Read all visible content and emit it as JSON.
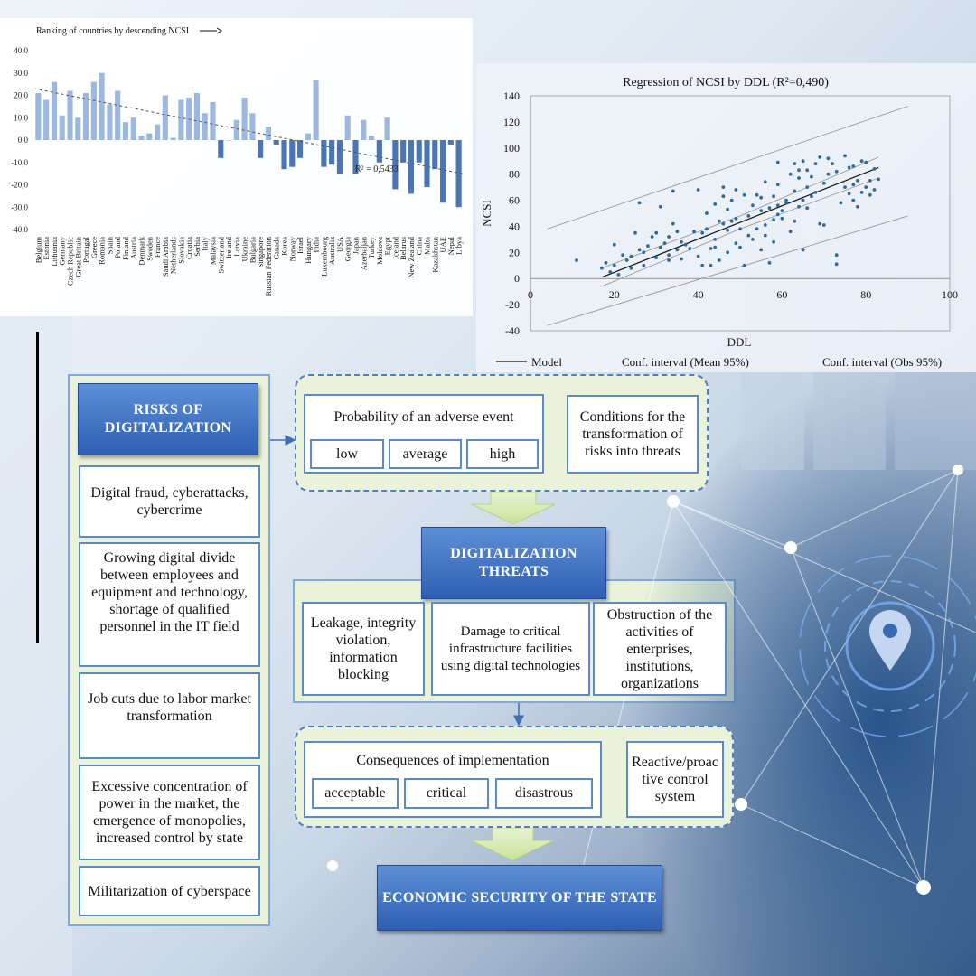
{
  "chart_data": [
    {
      "type": "bar",
      "title": "Ranking of countries by descending NCSI",
      "annotation": "R² = 0,5433",
      "ylim": [
        -40,
        40
      ],
      "ytick_labels": [
        "40,0",
        "30,0",
        "20,0",
        "10,0",
        "0,0",
        "-10,0",
        "-20,0",
        "-30,0",
        "-40,0"
      ],
      "categories": [
        "Belgium",
        "Estonia",
        "Lithuania",
        "Germany",
        "Czech Republic",
        "Great Britain",
        "Portugal",
        "Greece",
        "Romania",
        "Spain",
        "Poland",
        "Finland",
        "Austria",
        "Denmark",
        "Sweden",
        "France",
        "Saudi Arabia",
        "Netherlands",
        "Slovakia",
        "Croatia",
        "Serbia",
        "Italy",
        "Malaysia",
        "Switzerland",
        "Ireland",
        "Latvia",
        "Ukraine",
        "Bulgaria",
        "Singapore",
        "Russian Federation",
        "Canada",
        "Korea",
        "Norway",
        "Israel",
        "Hungary",
        "India",
        "Luxembourg",
        "Australia",
        "USA",
        "Georgia",
        "Japan",
        "Azerbaijan",
        "Turkey",
        "Moldova",
        "Egypt",
        "Iceland",
        "Belarus",
        "New Zealand",
        "China",
        "Malta",
        "Kazakhstan",
        "UAE",
        "Nepal",
        "Libya"
      ],
      "values": [
        21,
        18,
        26,
        11,
        22,
        10,
        21,
        26,
        30,
        16,
        22,
        8,
        10,
        2,
        3,
        7,
        20,
        1,
        18,
        19,
        21,
        12,
        17,
        -8,
        0,
        9,
        19,
        12,
        -8,
        6,
        -2,
        -13,
        -12,
        -8,
        3,
        27,
        -12,
        -11,
        -15,
        11,
        -15,
        9,
        2,
        -10,
        10,
        -22,
        -10,
        -24,
        -10,
        -21,
        -13,
        -28,
        -2,
        -30
      ],
      "trendline": {
        "start": 23,
        "end": -15
      }
    },
    {
      "type": "scatter",
      "title": "Regression of NCSI by DDL  (R²=0,490)",
      "xlabel": "DDL",
      "ylabel": "NCSI",
      "xlim": [
        0,
        100
      ],
      "ylim": [
        -40,
        140
      ],
      "xticks": [
        0,
        20,
        40,
        60,
        80,
        100
      ],
      "yticks": [
        140,
        120,
        100,
        80,
        60,
        40,
        20,
        0,
        -20,
        -40
      ],
      "legend": [
        "Model",
        "Conf. interval (Mean 95%)",
        "Conf. interval (Obs 95%)"
      ],
      "model": {
        "x": [
          17,
          83
        ],
        "y": [
          1,
          85
        ]
      },
      "conf_mean_upper": {
        "x": [
          17,
          50,
          83
        ],
        "y": [
          8,
          48,
          93
        ]
      },
      "conf_mean_lower": {
        "x": [
          17,
          50,
          83
        ],
        "y": [
          -6,
          38,
          77
        ]
      },
      "conf_obs_upper": {
        "x": [
          4,
          90
        ],
        "y": [
          38,
          132
        ]
      },
      "conf_obs_lower": {
        "x": [
          4,
          90
        ],
        "y": [
          -36,
          48
        ]
      },
      "points": [
        [
          11,
          14
        ],
        [
          17,
          8
        ],
        [
          18,
          12
        ],
        [
          19,
          5
        ],
        [
          20,
          26
        ],
        [
          20,
          10
        ],
        [
          21,
          3
        ],
        [
          22,
          18
        ],
        [
          23,
          14
        ],
        [
          24,
          8
        ],
        [
          24,
          17
        ],
        [
          25,
          35
        ],
        [
          26,
          58
        ],
        [
          26,
          22
        ],
        [
          27,
          20
        ],
        [
          27,
          10
        ],
        [
          28,
          25
        ],
        [
          29,
          32
        ],
        [
          30,
          16
        ],
        [
          30,
          35
        ],
        [
          31,
          55
        ],
        [
          31,
          24
        ],
        [
          32,
          27
        ],
        [
          33,
          32
        ],
        [
          33,
          14
        ],
        [
          33,
          18
        ],
        [
          34,
          42
        ],
        [
          34,
          67
        ],
        [
          35,
          22
        ],
        [
          35,
          36
        ],
        [
          36,
          15
        ],
        [
          36,
          28
        ],
        [
          37,
          26
        ],
        [
          38,
          23
        ],
        [
          39,
          36
        ],
        [
          40,
          17
        ],
        [
          40,
          68
        ],
        [
          41,
          35
        ],
        [
          41,
          10
        ],
        [
          42,
          50
        ],
        [
          42,
          38
        ],
        [
          43,
          10
        ],
        [
          43,
          23
        ],
        [
          44,
          30
        ],
        [
          44,
          57
        ],
        [
          44,
          24
        ],
        [
          45,
          14
        ],
        [
          45,
          44
        ],
        [
          46,
          42
        ],
        [
          46,
          63
        ],
        [
          46,
          70
        ],
        [
          47,
          53
        ],
        [
          47,
          37
        ],
        [
          47,
          20
        ],
        [
          48,
          60
        ],
        [
          48,
          44
        ],
        [
          49,
          27
        ],
        [
          49,
          46
        ],
        [
          49,
          68
        ],
        [
          50,
          24
        ],
        [
          50,
          38
        ],
        [
          51,
          64
        ],
        [
          51,
          10
        ],
        [
          52,
          48
        ],
        [
          52,
          33
        ],
        [
          53,
          30
        ],
        [
          53,
          56
        ],
        [
          54,
          38
        ],
        [
          54,
          64
        ],
        [
          55,
          52
        ],
        [
          55,
          62
        ],
        [
          55,
          22
        ],
        [
          56,
          74
        ],
        [
          56,
          33
        ],
        [
          56,
          41
        ],
        [
          57,
          54
        ],
        [
          57,
          12
        ],
        [
          58,
          63
        ],
        [
          58,
          28
        ],
        [
          58,
          45
        ],
        [
          59,
          49
        ],
        [
          59,
          56
        ],
        [
          59,
          72
        ],
        [
          59,
          89
        ],
        [
          60,
          46
        ],
        [
          60,
          52
        ],
        [
          61,
          60
        ],
        [
          61,
          58
        ],
        [
          62,
          80
        ],
        [
          62,
          36
        ],
        [
          63,
          44
        ],
        [
          63,
          67
        ],
        [
          63,
          88
        ],
        [
          64,
          55
        ],
        [
          64,
          77
        ],
        [
          64,
          83
        ],
        [
          65,
          22
        ],
        [
          65,
          60
        ],
        [
          65,
          90
        ],
        [
          66,
          54
        ],
        [
          66,
          70
        ],
        [
          66,
          83
        ],
        [
          67,
          63
        ],
        [
          67,
          78
        ],
        [
          68,
          66
        ],
        [
          68,
          88
        ],
        [
          69,
          42
        ],
        [
          69,
          93
        ],
        [
          70,
          41
        ],
        [
          70,
          73
        ],
        [
          71,
          80
        ],
        [
          71,
          92
        ],
        [
          72,
          88
        ],
        [
          73,
          11
        ],
        [
          73,
          18
        ],
        [
          73,
          82
        ],
        [
          74,
          58
        ],
        [
          75,
          70
        ],
        [
          75,
          94
        ],
        [
          76,
          65
        ],
        [
          76,
          85
        ],
        [
          77,
          60
        ],
        [
          77,
          72
        ],
        [
          77,
          86
        ],
        [
          78,
          55
        ],
        [
          78,
          75
        ],
        [
          79,
          66
        ],
        [
          79,
          90
        ],
        [
          80,
          70
        ],
        [
          80,
          89
        ],
        [
          81,
          64
        ],
        [
          81,
          75
        ],
        [
          82,
          68
        ],
        [
          82,
          84
        ],
        [
          83,
          76
        ]
      ]
    }
  ],
  "diagram": {
    "risks_title": "RISKS OF DIGITALIZATION",
    "risks": [
      "Digital fraud, cyberattacks, cybercrime",
      "Growing digital divide between employees and equipment and technology, shortage of qualified personnel in the IT field",
      "Job cuts due to labor market transformation",
      "Excessive concentration of power in the market, the emergence of monopolies, increased control by state",
      "Militarization of cyberspace"
    ],
    "probability_title": "Probability of an adverse event",
    "probability_levels": [
      "low",
      "average",
      "high"
    ],
    "conditions": "Conditions for the transformation of risks into threats",
    "threats_title": "DIGITALIZATION THREATS",
    "threats": [
      "Leakage, integrity violation, information blocking",
      "Damage to critical infrastructure facilities using digital technologies",
      "Obstruction of the activities of enterprises, institutions, organizations"
    ],
    "consequences_title": "Consequences of implementation",
    "consequences_levels": [
      "acceptable",
      "critical",
      "disastrous"
    ],
    "control_system": "Reactive/proac tive control system",
    "security_title": "ECONOMIC SECURITY OF THE STATE"
  },
  "colors": {
    "bar_positive": "#9db8de",
    "bar_negative": "#4a76b8",
    "scatter_point": "#2f6b9a",
    "diagram_border": "#5b8ac8",
    "green_fill": "#eaf3da",
    "blue_header": "#2f5fb2"
  }
}
